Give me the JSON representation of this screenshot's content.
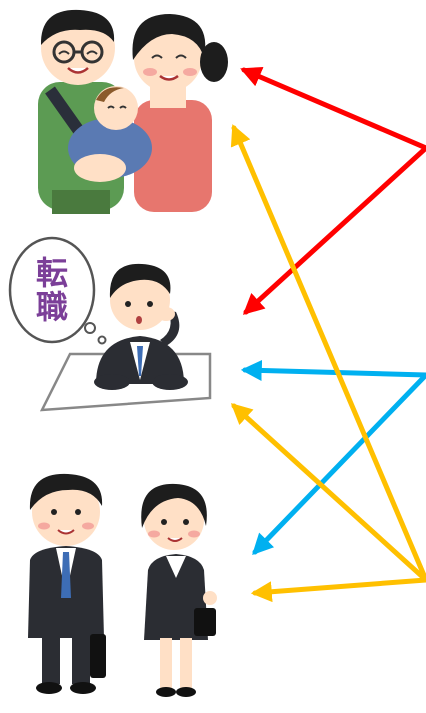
{
  "thought_bubble": {
    "line1": "転",
    "line2": "職"
  },
  "colors": {
    "red_arrows": "#ff0000",
    "yellow_arrows": "#ffc000",
    "blue_arrows": "#00b0f0",
    "suit": "#2b2d33",
    "skin": "#ffe0c6",
    "hair": "#1d1d1d",
    "mom_top": "#e7766e",
    "dad_top": "#5c9b53",
    "baby_wrap": "#5a7ab3",
    "tie": "#3d6db5"
  },
  "groups": [
    {
      "id": "family",
      "icon": "family-with-baby-icon"
    },
    {
      "id": "job-change",
      "icon": "thinking-office-worker-icon"
    },
    {
      "id": "job-hunters",
      "icon": "recruit-suit-couple-icon"
    }
  ]
}
